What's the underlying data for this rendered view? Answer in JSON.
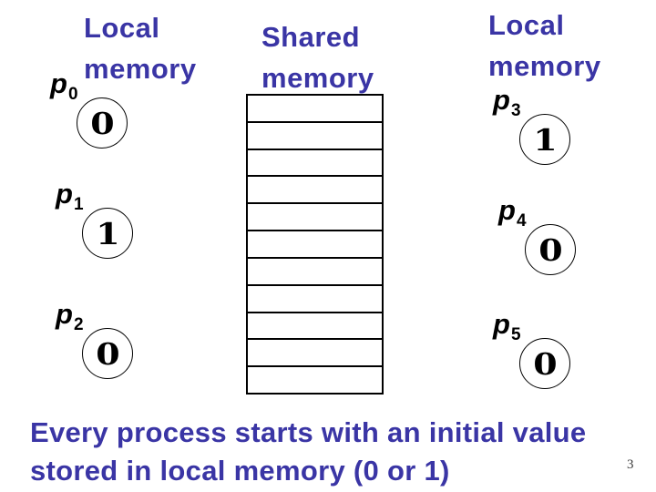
{
  "slide": {
    "background_color": "#ffffff",
    "accent_text_color": "#3a35a5",
    "page_number": "3"
  },
  "headings": {
    "local_left": [
      "Local",
      "memory"
    ],
    "shared": [
      "Shared",
      "memory"
    ],
    "local_right": [
      "Local",
      "memory"
    ]
  },
  "processes": [
    {
      "id": "p0",
      "label": "p",
      "subscript": "0",
      "value": "0"
    },
    {
      "id": "p1",
      "label": "p",
      "subscript": "1",
      "value": "1"
    },
    {
      "id": "p2",
      "label": "p",
      "subscript": "2",
      "value": "0"
    },
    {
      "id": "p3",
      "label": "p",
      "subscript": "3",
      "value": "1"
    },
    {
      "id": "p4",
      "label": "p",
      "subscript": "4",
      "value": "0"
    },
    {
      "id": "p5",
      "label": "p",
      "subscript": "5",
      "value": "0"
    }
  ],
  "shared_memory": {
    "rows": 11
  },
  "caption": {
    "line1": "Every process starts with an initial value",
    "line2": "stored in local memory (0 or 1)"
  }
}
